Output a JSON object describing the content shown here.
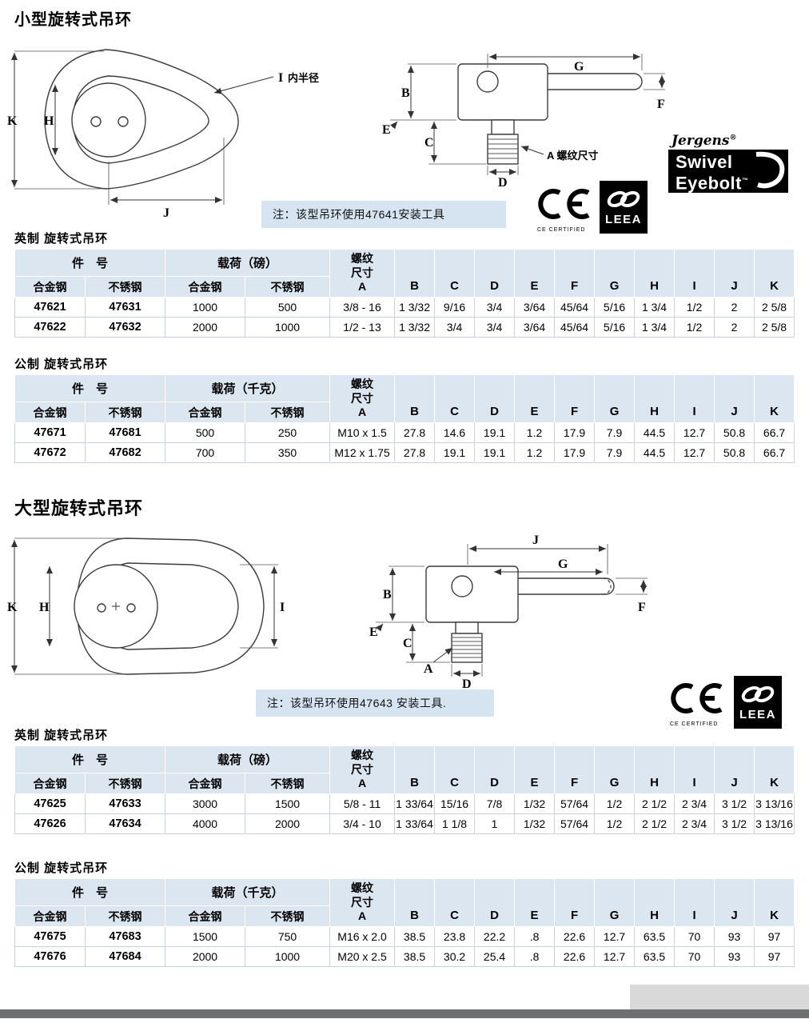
{
  "sections": {
    "small": {
      "title": "小型旋转式吊环",
      "note": "注：该型吊环使用47641安装工具",
      "imperial_label": "英制 旋转式吊环",
      "metric_label": "公制 旋转式吊环"
    },
    "large": {
      "title": "大型旋转式吊环",
      "note": "注：该型吊环使用47643 安装工具.",
      "imperial_label": "英制 旋转式吊环",
      "metric_label": "公制 旋转式吊环"
    }
  },
  "drawings": {
    "dim_letters": {
      "A": "A",
      "B": "B",
      "C": "C",
      "D": "D",
      "E": "E",
      "F": "F",
      "G": "G",
      "H": "H",
      "I": "I",
      "J": "J",
      "K": "K"
    },
    "inner_radius": "内半径",
    "thread_dim": "A 螺纹尺寸"
  },
  "logos": {
    "jergens": "Jergens",
    "registered": "®",
    "swivel": "Swivel",
    "eyebolt": "Eyebolt",
    "trademark": "™",
    "ce_certified": "CE CERTIFIED",
    "leea": "LEEA"
  },
  "tables": {
    "small_imperial": {
      "part_label": "件　号",
      "load_label": "载荷（磅）",
      "sub_headers": [
        "合金钢",
        "不锈钢",
        "合金钢",
        "不锈钢"
      ],
      "thread_label": "螺纹\n尺寸\nA",
      "dim_headers": [
        "B",
        "C",
        "D",
        "E",
        "F",
        "G",
        "H",
        "I",
        "J",
        "K"
      ],
      "rows": [
        [
          "47621",
          "47631",
          "1000",
          "500",
          "3/8 - 16",
          "1 3/32",
          "9/16",
          "3/4",
          "3/64",
          "45/64",
          "5/16",
          "1 3/4",
          "1/2",
          "2",
          "2 5/8"
        ],
        [
          "47622",
          "47632",
          "2000",
          "1000",
          "1/2 - 13",
          "1 3/32",
          "3/4",
          "3/4",
          "3/64",
          "45/64",
          "5/16",
          "1 3/4",
          "1/2",
          "2",
          "2 5/8"
        ]
      ]
    },
    "small_metric": {
      "part_label": "件　号",
      "load_label": "载荷（千克）",
      "sub_headers": [
        "合金钢",
        "不锈钢",
        "合金钢",
        "不锈钢"
      ],
      "thread_label": "螺纹\n尺寸\nA",
      "dim_headers": [
        "B",
        "C",
        "D",
        "E",
        "F",
        "G",
        "H",
        "I",
        "J",
        "K"
      ],
      "rows": [
        [
          "47671",
          "47681",
          "500",
          "250",
          "M10 x 1.5",
          "27.8",
          "14.6",
          "19.1",
          "1.2",
          "17.9",
          "7.9",
          "44.5",
          "12.7",
          "50.8",
          "66.7"
        ],
        [
          "47672",
          "47682",
          "700",
          "350",
          "M12 x 1.75",
          "27.8",
          "19.1",
          "19.1",
          "1.2",
          "17.9",
          "7.9",
          "44.5",
          "12.7",
          "50.8",
          "66.7"
        ]
      ]
    },
    "large_imperial": {
      "part_label": "件　号",
      "load_label": "载荷（磅）",
      "sub_headers": [
        "合金钢",
        "不锈钢",
        "合金钢",
        "不锈钢"
      ],
      "thread_label": "螺纹\n尺寸\nA",
      "dim_headers": [
        "B",
        "C",
        "D",
        "E",
        "F",
        "G",
        "H",
        "I",
        "J",
        "K"
      ],
      "rows": [
        [
          "47625",
          "47633",
          "3000",
          "1500",
          "5/8 - 11",
          "1 33/64",
          "15/16",
          "7/8",
          "1/32",
          "57/64",
          "1/2",
          "2 1/2",
          "2 3/4",
          "3 1/2",
          "3 13/16"
        ],
        [
          "47626",
          "47634",
          "4000",
          "2000",
          "3/4 - 10",
          "1 33/64",
          "1 1/8",
          "1",
          "1/32",
          "57/64",
          "1/2",
          "2 1/2",
          "2 3/4",
          "3 1/2",
          "3 13/16"
        ]
      ]
    },
    "large_metric": {
      "part_label": "件　号",
      "load_label": "载荷（千克）",
      "sub_headers": [
        "合金钢",
        "不锈钢",
        "合金钢",
        "不锈钢"
      ],
      "thread_label": "螺纹\n尺寸\nA",
      "dim_headers": [
        "B",
        "C",
        "D",
        "E",
        "F",
        "G",
        "H",
        "I",
        "J",
        "K"
      ],
      "rows": [
        [
          "47675",
          "47683",
          "1500",
          "750",
          "M16 x 2.0",
          "38.5",
          "23.8",
          "22.2",
          ".8",
          "22.6",
          "12.7",
          "63.5",
          "70",
          "93",
          "97"
        ],
        [
          "47676",
          "47684",
          "2000",
          "1000",
          "M20 x 2.5",
          "38.5",
          "30.2",
          "25.4",
          ".8",
          "22.6",
          "12.7",
          "63.5",
          "70",
          "93",
          "97"
        ]
      ]
    }
  }
}
